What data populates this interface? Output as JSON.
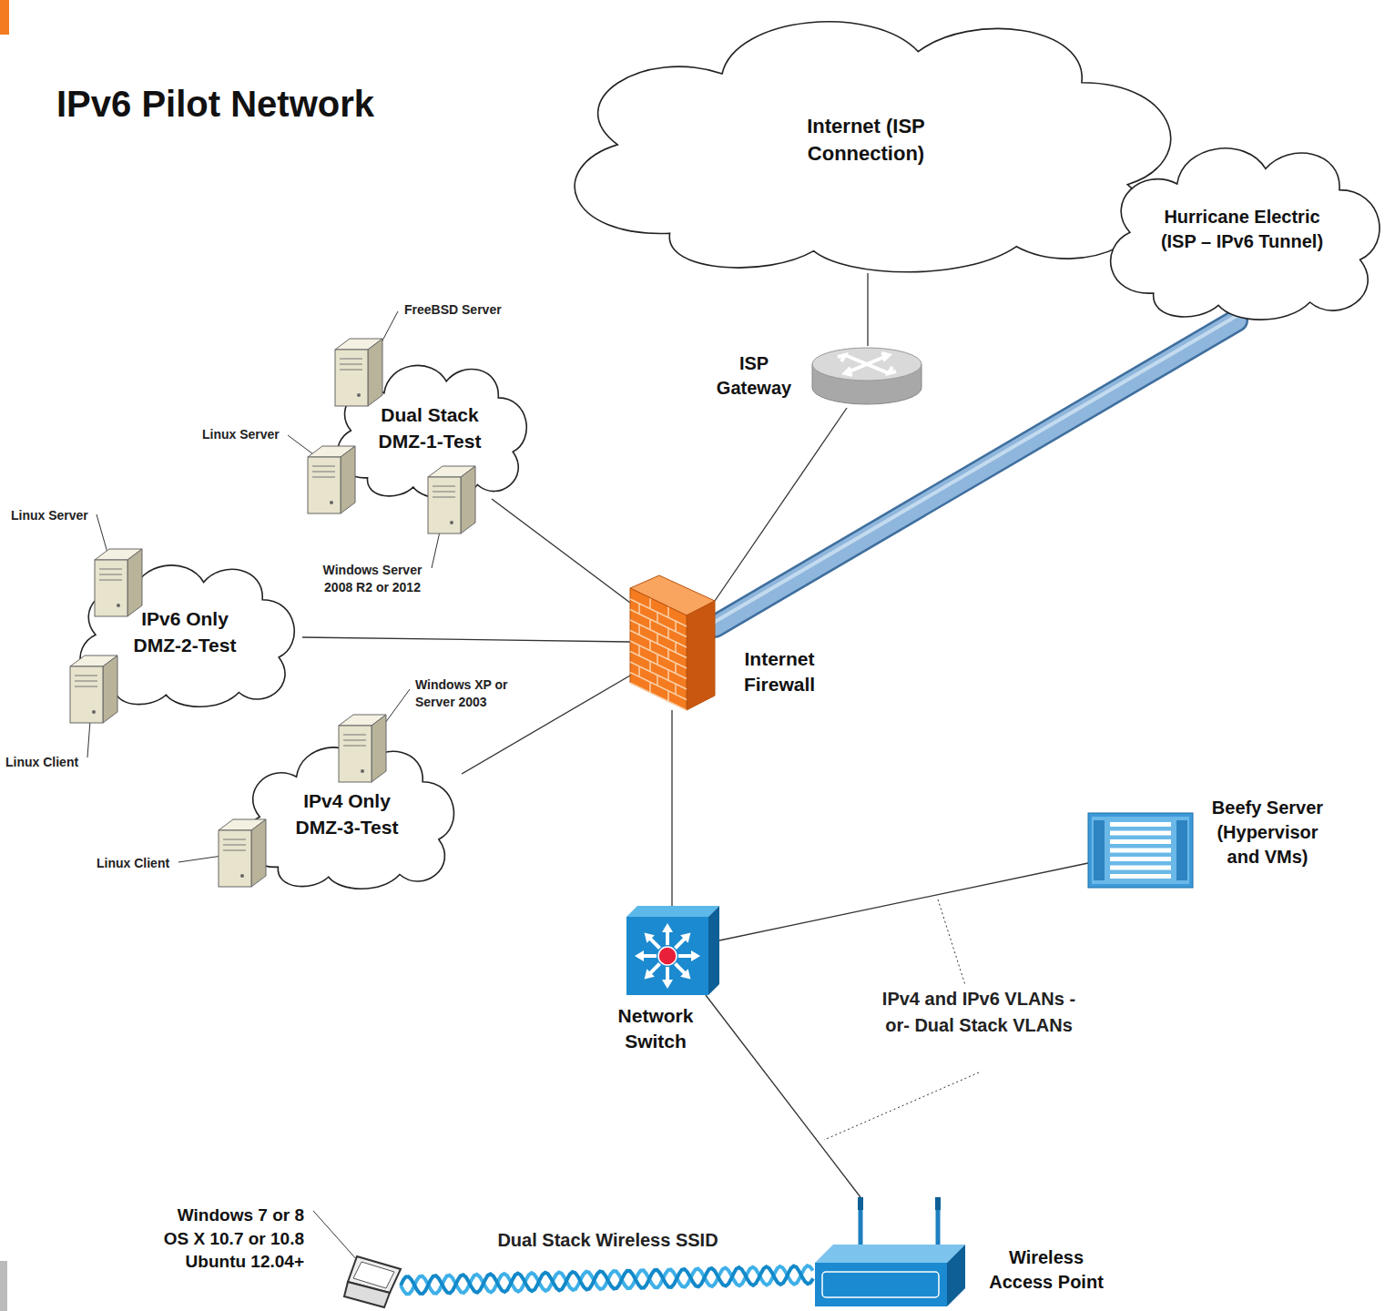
{
  "diagram": {
    "title": "IPv6 Pilot Network",
    "nodes": [
      {
        "text": [
          "Internet (ISP Connection)"
        ]
      },
      {
        "text": [
          "Hurricane Electric (ISP – IPv6 Tunnel)"
        ]
      },
      {
        "text": [
          "Dual Stack DMZ-1-Test"
        ]
      },
      {
        "text": [
          "IPv6 Only DMZ-2-Test"
        ]
      },
      {
        "text": [
          "IPv4 Only DMZ-3-Test"
        ]
      },
      {
        "text": [
          "ISP Gateway"
        ]
      },
      {
        "text": [
          "Internet Firewall"
        ]
      },
      {
        "text": [
          "Network Switch"
        ]
      },
      {
        "text": [
          "Beefy Server (Hypervisor and VMs)"
        ]
      },
      {
        "text": [
          "Wireless Access Point"
        ]
      },
      {
        "text": [
          "Windows 7 or 8 OS X 10.7 or 10.8 Ubuntu 12.04+"
        ]
      }
    ],
    "edges": [
      {
        "from": 0,
        "to": 5,
        "arrow": "none"
      },
      {
        "from": 5,
        "to": 6,
        "arrow": "none"
      },
      {
        "from": 1,
        "to": 6,
        "arrow": "none"
      },
      {
        "from": 2,
        "to": 6,
        "arrow": "none"
      },
      {
        "from": 3,
        "to": 6,
        "arrow": "none"
      },
      {
        "from": 4,
        "to": 6,
        "arrow": "none"
      },
      {
        "from": 6,
        "to": 7,
        "arrow": "none"
      },
      {
        "from": 7,
        "to": 8,
        "arrow": "none"
      },
      {
        "from": 7,
        "to": 9,
        "arrow": "none"
      },
      {
        "from": 10,
        "to": 9,
        "label": "Dual Stack Wireless SSID",
        "arrow": "none"
      }
    ],
    "labels": [
      "FreeBSD Server",
      "Linux Server",
      "Windows Server 2008 R2 or 2012",
      "Linux Server",
      "Linux Client",
      "Windows XP or Server 2003",
      "Linux Client",
      "IPv4 and IPv6 VLANs -or- Dual Stack VLANs"
    ]
  }
}
